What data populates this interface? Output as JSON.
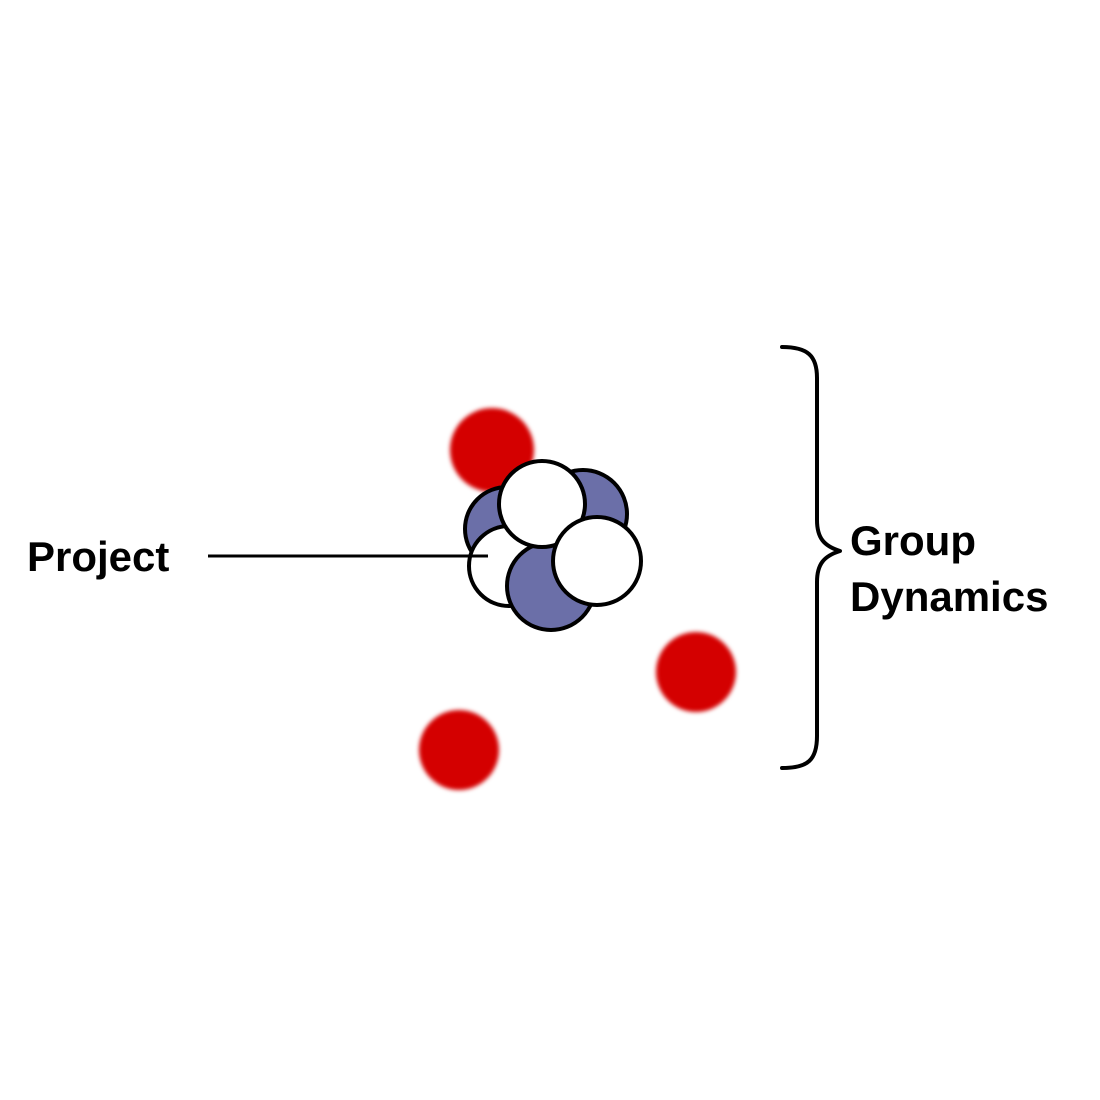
{
  "labels": {
    "project": "Project",
    "group_line1": "Group",
    "group_line2": "Dynamics"
  },
  "colors": {
    "background": "#ffffff",
    "outline": "#000000",
    "blue_member": "#6b6fa8",
    "white_member": "#ffffff",
    "red_member": "#d40000"
  },
  "icons": {
    "bracket": "right-curly-brace-icon"
  }
}
